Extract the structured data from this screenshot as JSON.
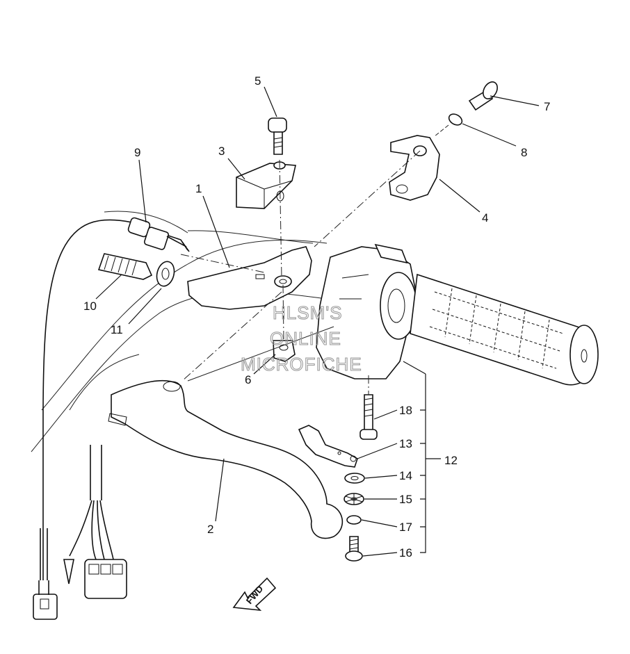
{
  "diagram": {
    "part_numbers": [
      "1",
      "2",
      "3",
      "4",
      "5",
      "6",
      "7",
      "8",
      "9",
      "10",
      "11",
      "12",
      "13",
      "14",
      "15",
      "16",
      "17",
      "18"
    ],
    "watermark": [
      "HLSM'S",
      "ONLINE",
      "MICROFICHE"
    ],
    "direction_label": "FWD"
  }
}
